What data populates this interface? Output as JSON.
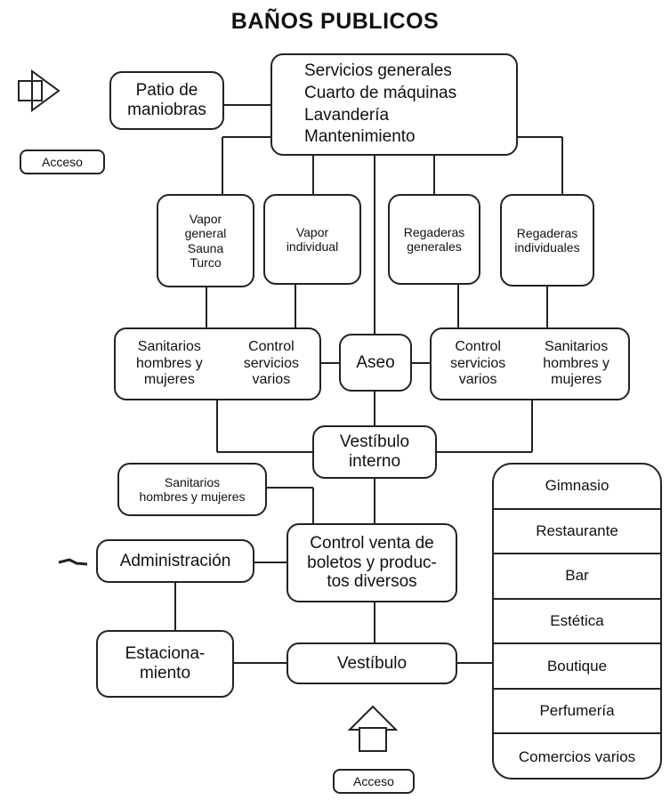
{
  "title": "BAÑOS PUBLICOS",
  "access": {
    "top_left": "Acceso",
    "bottom": "Acceso"
  },
  "nodes": {
    "patio": [
      "Patio de",
      "maniobras"
    ],
    "servicios": [
      "Servicios generales",
      "Cuarto de máquinas",
      "Lavandería",
      "Mantenimiento"
    ],
    "vapor_general": [
      "Vapor",
      "general",
      "Sauna",
      "Turco"
    ],
    "vapor_individual": [
      "Vapor",
      "individual"
    ],
    "regaderas_generales": [
      "Regaderas",
      "generales"
    ],
    "regaderas_individuales": [
      "Regaderas",
      "individuales"
    ],
    "sanitarios_left": [
      "Sanitarios",
      "hombres y",
      "mujeres"
    ],
    "control_left": [
      "Control",
      "servicios",
      "varios"
    ],
    "aseo": [
      "Aseo"
    ],
    "control_right": [
      "Control",
      "servicios",
      "varios"
    ],
    "sanitarios_right": [
      "Sanitarios",
      "hombres y",
      "mujeres"
    ],
    "vestibulo_interno": [
      "Vestíbulo",
      "interno"
    ],
    "sanitarios_mid": [
      "Sanitarios",
      "hombres y mujeres"
    ],
    "administracion": [
      "Administración"
    ],
    "control_venta": [
      "Control venta de",
      "boletos y produc-",
      "tos diversos"
    ],
    "estacionamiento": [
      "Estaciona-",
      "miento"
    ],
    "vestibulo": [
      "Vestíbulo"
    ]
  },
  "stack": [
    "Gimnasio",
    "Restaurante",
    "Bar",
    "Estética",
    "Boutique",
    "Perfumería",
    "Comercios varios"
  ]
}
